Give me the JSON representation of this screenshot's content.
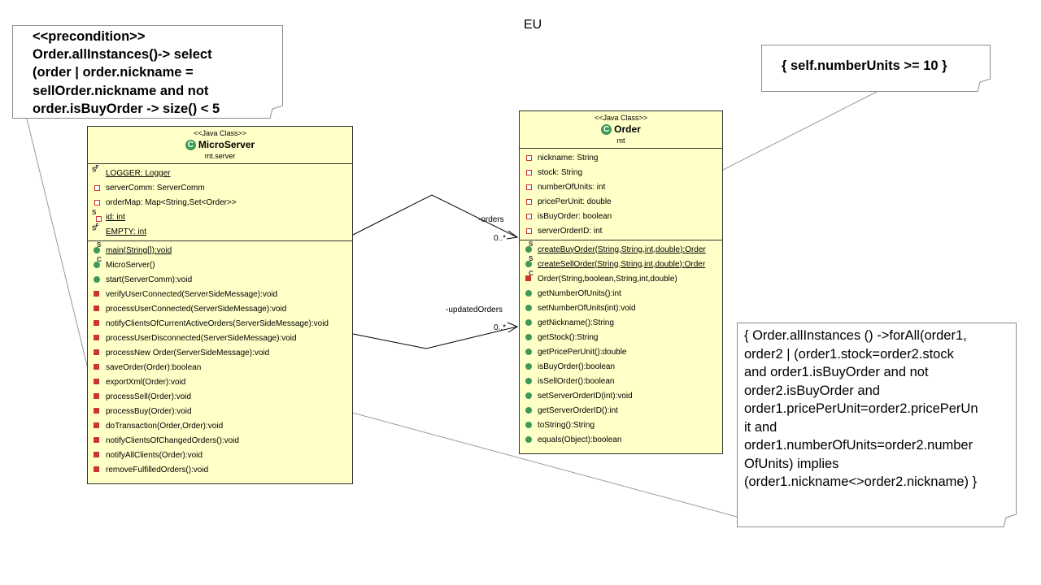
{
  "diagram": {
    "title": "EU",
    "notes": {
      "precondition": {
        "lines": [
          "<<precondition>>",
          "Order.allInstances()-> select",
          "(order | order.nickname =",
          "sellOrder.nickname and not",
          "order.isBuyOrder -> size() < 5"
        ]
      },
      "invariant": {
        "lines": [
          "{ self.numberUnits >= 10 }"
        ]
      },
      "forall": {
        "lines": [
          "{ Order.allInstances () ->forAll(order1,",
          "order2 | (order1.stock=order2.stock",
          "and order1.isBuyOrder and not",
          "order2.isBuyOrder and",
          "order1.pricePerUnit=order2.pricePerUn",
          "it and",
          "order1.numberOfUnits=order2.number",
          "OfUnits) implies",
          "(order1.nickname<>order2.nickname) }"
        ]
      }
    },
    "classes": {
      "microserver": {
        "stereotype": "<<Java Class>>",
        "name": "MicroServer",
        "package": "mt.server",
        "icon": "class-c-icon",
        "attributes": [
          {
            "text": "LOGGER: Logger",
            "icon": "static-final-field-icon",
            "underline": true
          },
          {
            "text": "serverComm: ServerComm",
            "icon": "private-field-icon",
            "underline": false
          },
          {
            "text": "orderMap: Map<String,Set<Order>>",
            "icon": "private-field-icon",
            "underline": false
          },
          {
            "text": "id: int",
            "icon": "static-private-field-icon",
            "underline": true
          },
          {
            "text": "EMPTY: int",
            "icon": "static-final-field-icon",
            "underline": true
          }
        ],
        "methods": [
          {
            "text": "main(String[]):void",
            "icon": "static-public-method-icon",
            "underline": true
          },
          {
            "text": "MicroServer()",
            "icon": "constructor-icon",
            "underline": false
          },
          {
            "text": "start(ServerComm):void",
            "icon": "public-method-icon",
            "underline": false
          },
          {
            "text": "verifyUserConnected(ServerSideMessage):void",
            "icon": "private-method-icon",
            "underline": false
          },
          {
            "text": "processUserConnected(ServerSideMessage):void",
            "icon": "private-method-icon",
            "underline": false
          },
          {
            "text": "notifyClientsOfCurrentActiveOrders(ServerSideMessage):void",
            "icon": "private-method-icon",
            "underline": false
          },
          {
            "text": "processUserDisconnected(ServerSideMessage):void",
            "icon": "private-method-icon",
            "underline": false
          },
          {
            "text": "processNew Order(ServerSideMessage):void",
            "icon": "private-method-icon",
            "underline": false
          },
          {
            "text": "saveOrder(Order):boolean",
            "icon": "private-method-icon",
            "underline": false
          },
          {
            "text": "exportXml(Order):void",
            "icon": "private-method-icon",
            "underline": false
          },
          {
            "text": "processSell(Order):void",
            "icon": "private-method-icon",
            "underline": false
          },
          {
            "text": "processBuy(Order):void",
            "icon": "private-method-icon",
            "underline": false
          },
          {
            "text": "doTransaction(Order,Order):void",
            "icon": "private-method-icon",
            "underline": false
          },
          {
            "text": "notifyClientsOfChangedOrders():void",
            "icon": "private-method-icon",
            "underline": false
          },
          {
            "text": "notifyAllClients(Order):void",
            "icon": "private-method-icon",
            "underline": false
          },
          {
            "text": "removeFulfilledOrders():void",
            "icon": "private-method-icon",
            "underline": false
          }
        ]
      },
      "order": {
        "stereotype": "<<Java Class>>",
        "name": "Order",
        "package": "mt",
        "icon": "class-c-icon",
        "attributes": [
          {
            "text": "nickname: String",
            "icon": "private-field-icon",
            "underline": false
          },
          {
            "text": "stock: String",
            "icon": "private-field-icon",
            "underline": false
          },
          {
            "text": "numberOfUnits: int",
            "icon": "private-field-icon",
            "underline": false
          },
          {
            "text": "pricePerUnit: double",
            "icon": "private-field-icon",
            "underline": false
          },
          {
            "text": "isBuyOrder: boolean",
            "icon": "private-field-icon",
            "underline": false
          },
          {
            "text": "serverOrderID: int",
            "icon": "private-field-icon",
            "underline": false
          }
        ],
        "methods": [
          {
            "text": "createBuyOrder(String,String,int,double):Order",
            "icon": "static-public-method-icon",
            "underline": true
          },
          {
            "text": "createSellOrder(String,String,int,double):Order",
            "icon": "static-public-method-icon",
            "underline": true
          },
          {
            "text": "Order(String,boolean,String,int,double)",
            "icon": "private-constructor-icon",
            "underline": false
          },
          {
            "text": "getNumberOfUnits():int",
            "icon": "public-method-icon",
            "underline": false
          },
          {
            "text": "setNumberOfUnits(int):void",
            "icon": "public-method-icon",
            "underline": false
          },
          {
            "text": "getNickname():String",
            "icon": "public-method-icon",
            "underline": false
          },
          {
            "text": "getStock():String",
            "icon": "public-method-icon",
            "underline": false
          },
          {
            "text": "getPricePerUnit():double",
            "icon": "public-method-icon",
            "underline": false
          },
          {
            "text": "isBuyOrder():boolean",
            "icon": "public-method-icon",
            "underline": false
          },
          {
            "text": "isSellOrder():boolean",
            "icon": "public-method-icon",
            "underline": false
          },
          {
            "text": "setServerOrderID(int):void",
            "icon": "public-method-icon",
            "underline": false
          },
          {
            "text": "getServerOrderID():int",
            "icon": "public-method-icon",
            "underline": false
          },
          {
            "text": "toString():String",
            "icon": "public-method-icon",
            "underline": false
          },
          {
            "text": "equals(Object):boolean",
            "icon": "public-method-icon",
            "underline": false
          }
        ]
      }
    },
    "associations": {
      "orders": {
        "role": "-orders",
        "multiplicity": "0..*"
      },
      "updated_orders": {
        "role": "-updatedOrders",
        "multiplicity": "0..*"
      }
    },
    "colors": {
      "class_fill": "#ffffc8",
      "public_green": "#3d9a55",
      "private_red": "#c33"
    }
  }
}
